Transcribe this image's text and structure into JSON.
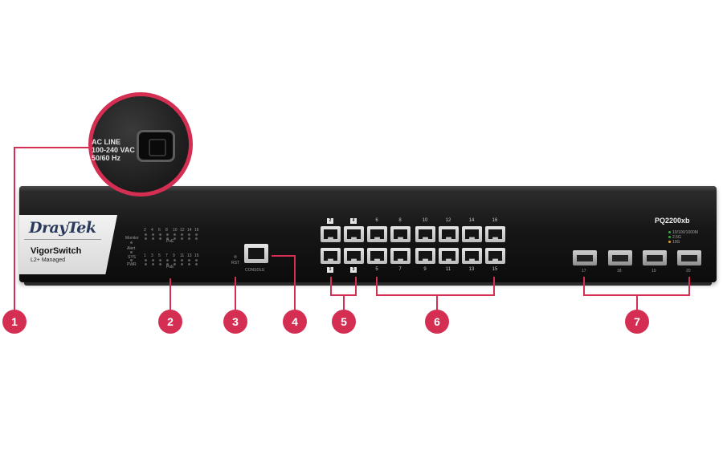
{
  "device": {
    "brand": "DrayTek",
    "model_name": "VigorSwitch",
    "model_sub": "L2+ Managed",
    "model_number": "PQ2200xb",
    "led_labels": [
      "Monitor",
      "Alert",
      "SYS",
      "PWR"
    ],
    "poe_label": "PoE",
    "rst_label": "RST",
    "console_label": "CONSOLE",
    "legend": [
      {
        "text": "10/100/1000M",
        "color": "#3fa84a"
      },
      {
        "text": "2.5G",
        "color": "#3fa84a"
      },
      {
        "text": "10G",
        "color": "#e0a030"
      }
    ],
    "led_numbers_top": [
      "2",
      "4",
      "6",
      "8",
      "10",
      "12",
      "14",
      "16"
    ],
    "led_numbers_bottom": [
      "1",
      "3",
      "5",
      "7",
      "9",
      "11",
      "13",
      "15"
    ],
    "ports_top": [
      "2",
      "4",
      "6",
      "8",
      "10",
      "12",
      "14",
      "16"
    ],
    "ports_bottom": [
      "1",
      "3",
      "5",
      "7",
      "9",
      "11",
      "13",
      "15"
    ],
    "sfp_ports": [
      "17",
      "18",
      "19",
      "20"
    ]
  },
  "zoom": {
    "line1": "AC LINE",
    "line2": "100-240 VAC",
    "line3": "50/60 Hz"
  },
  "callouts": [
    "1",
    "2",
    "3",
    "4",
    "5",
    "6",
    "7"
  ],
  "colors": {
    "accent": "#d42f53",
    "chassis": "#161616"
  }
}
